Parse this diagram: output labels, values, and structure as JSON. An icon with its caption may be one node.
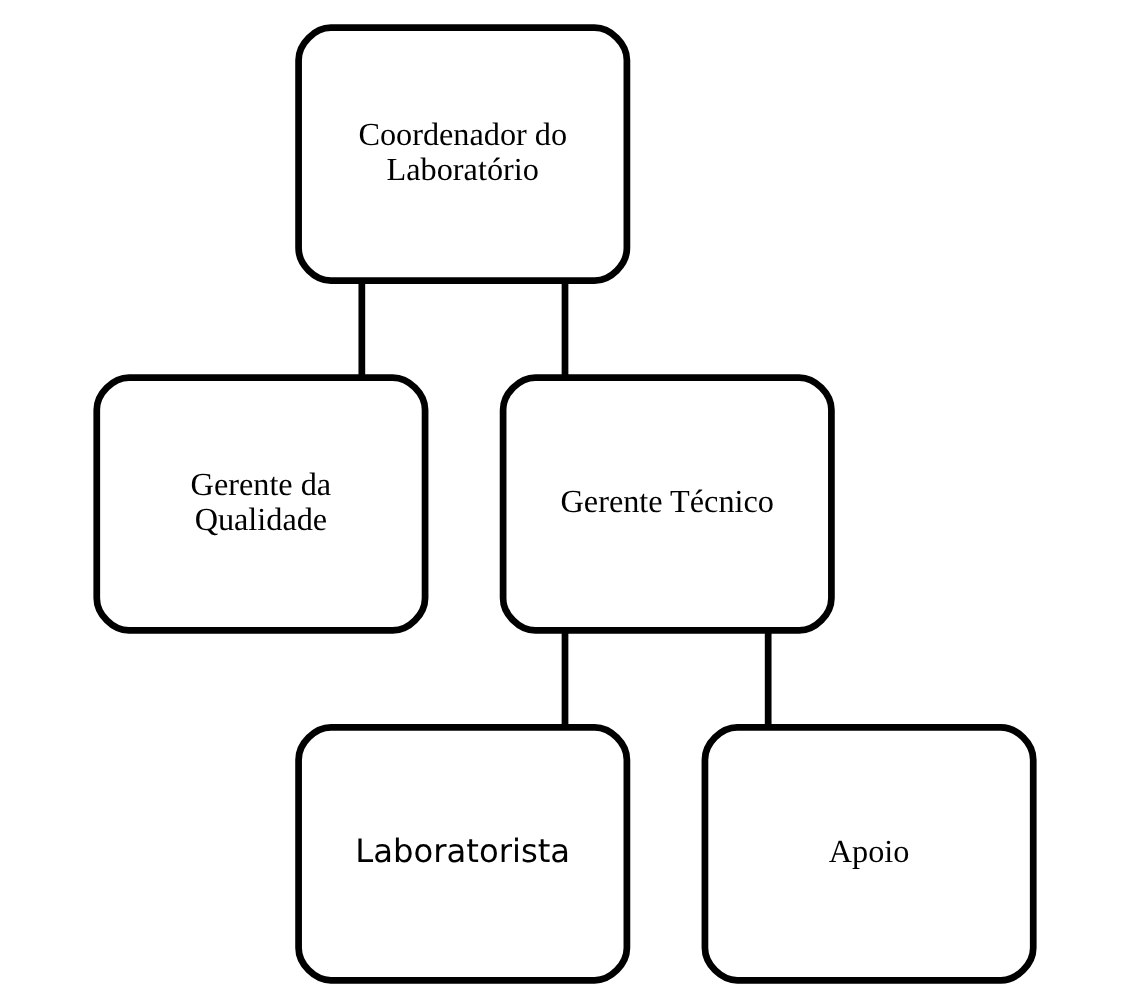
{
  "diagram": {
    "nodes": [
      {
        "text": [
          "Coordenador do Laboratório"
        ]
      },
      {
        "text": [
          "Gerente da Qualidade"
        ]
      },
      {
        "text": [
          "Gerente Técnico"
        ]
      },
      {
        "text": [
          "Laboratorista"
        ]
      },
      {
        "text": [
          "Apoio"
        ]
      }
    ],
    "edges": [
      {
        "from": 0,
        "to": 1,
        "arrow": "none"
      },
      {
        "from": 0,
        "to": 2,
        "arrow": "none"
      },
      {
        "from": 2,
        "to": 3,
        "arrow": "none"
      },
      {
        "from": 2,
        "to": 4,
        "arrow": "none"
      }
    ]
  }
}
